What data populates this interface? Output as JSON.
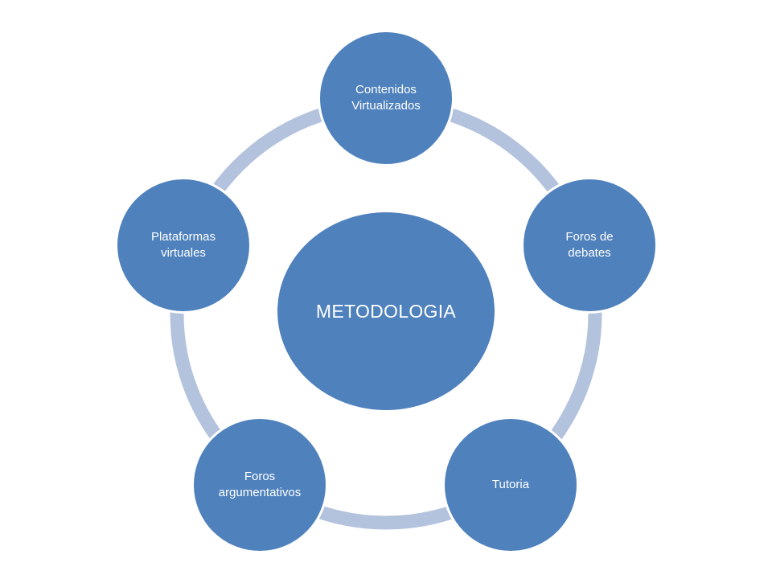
{
  "colors": {
    "node_fill": "#4f81bd",
    "ring": "#b3c2dd",
    "background": "#ffffff"
  },
  "center": {
    "label": "METODOLOGIA"
  },
  "nodes": [
    {
      "key": "contenidos",
      "label": "Contenidos\nVirtualizados"
    },
    {
      "key": "foros-debates",
      "label": "Foros de\ndebates"
    },
    {
      "key": "tutoria",
      "label": "Tutoria"
    },
    {
      "key": "foros-argumentativos",
      "label": "Foros\nargumentativos"
    },
    {
      "key": "plataformas",
      "label": "Plataformas\nvirtuales"
    }
  ]
}
